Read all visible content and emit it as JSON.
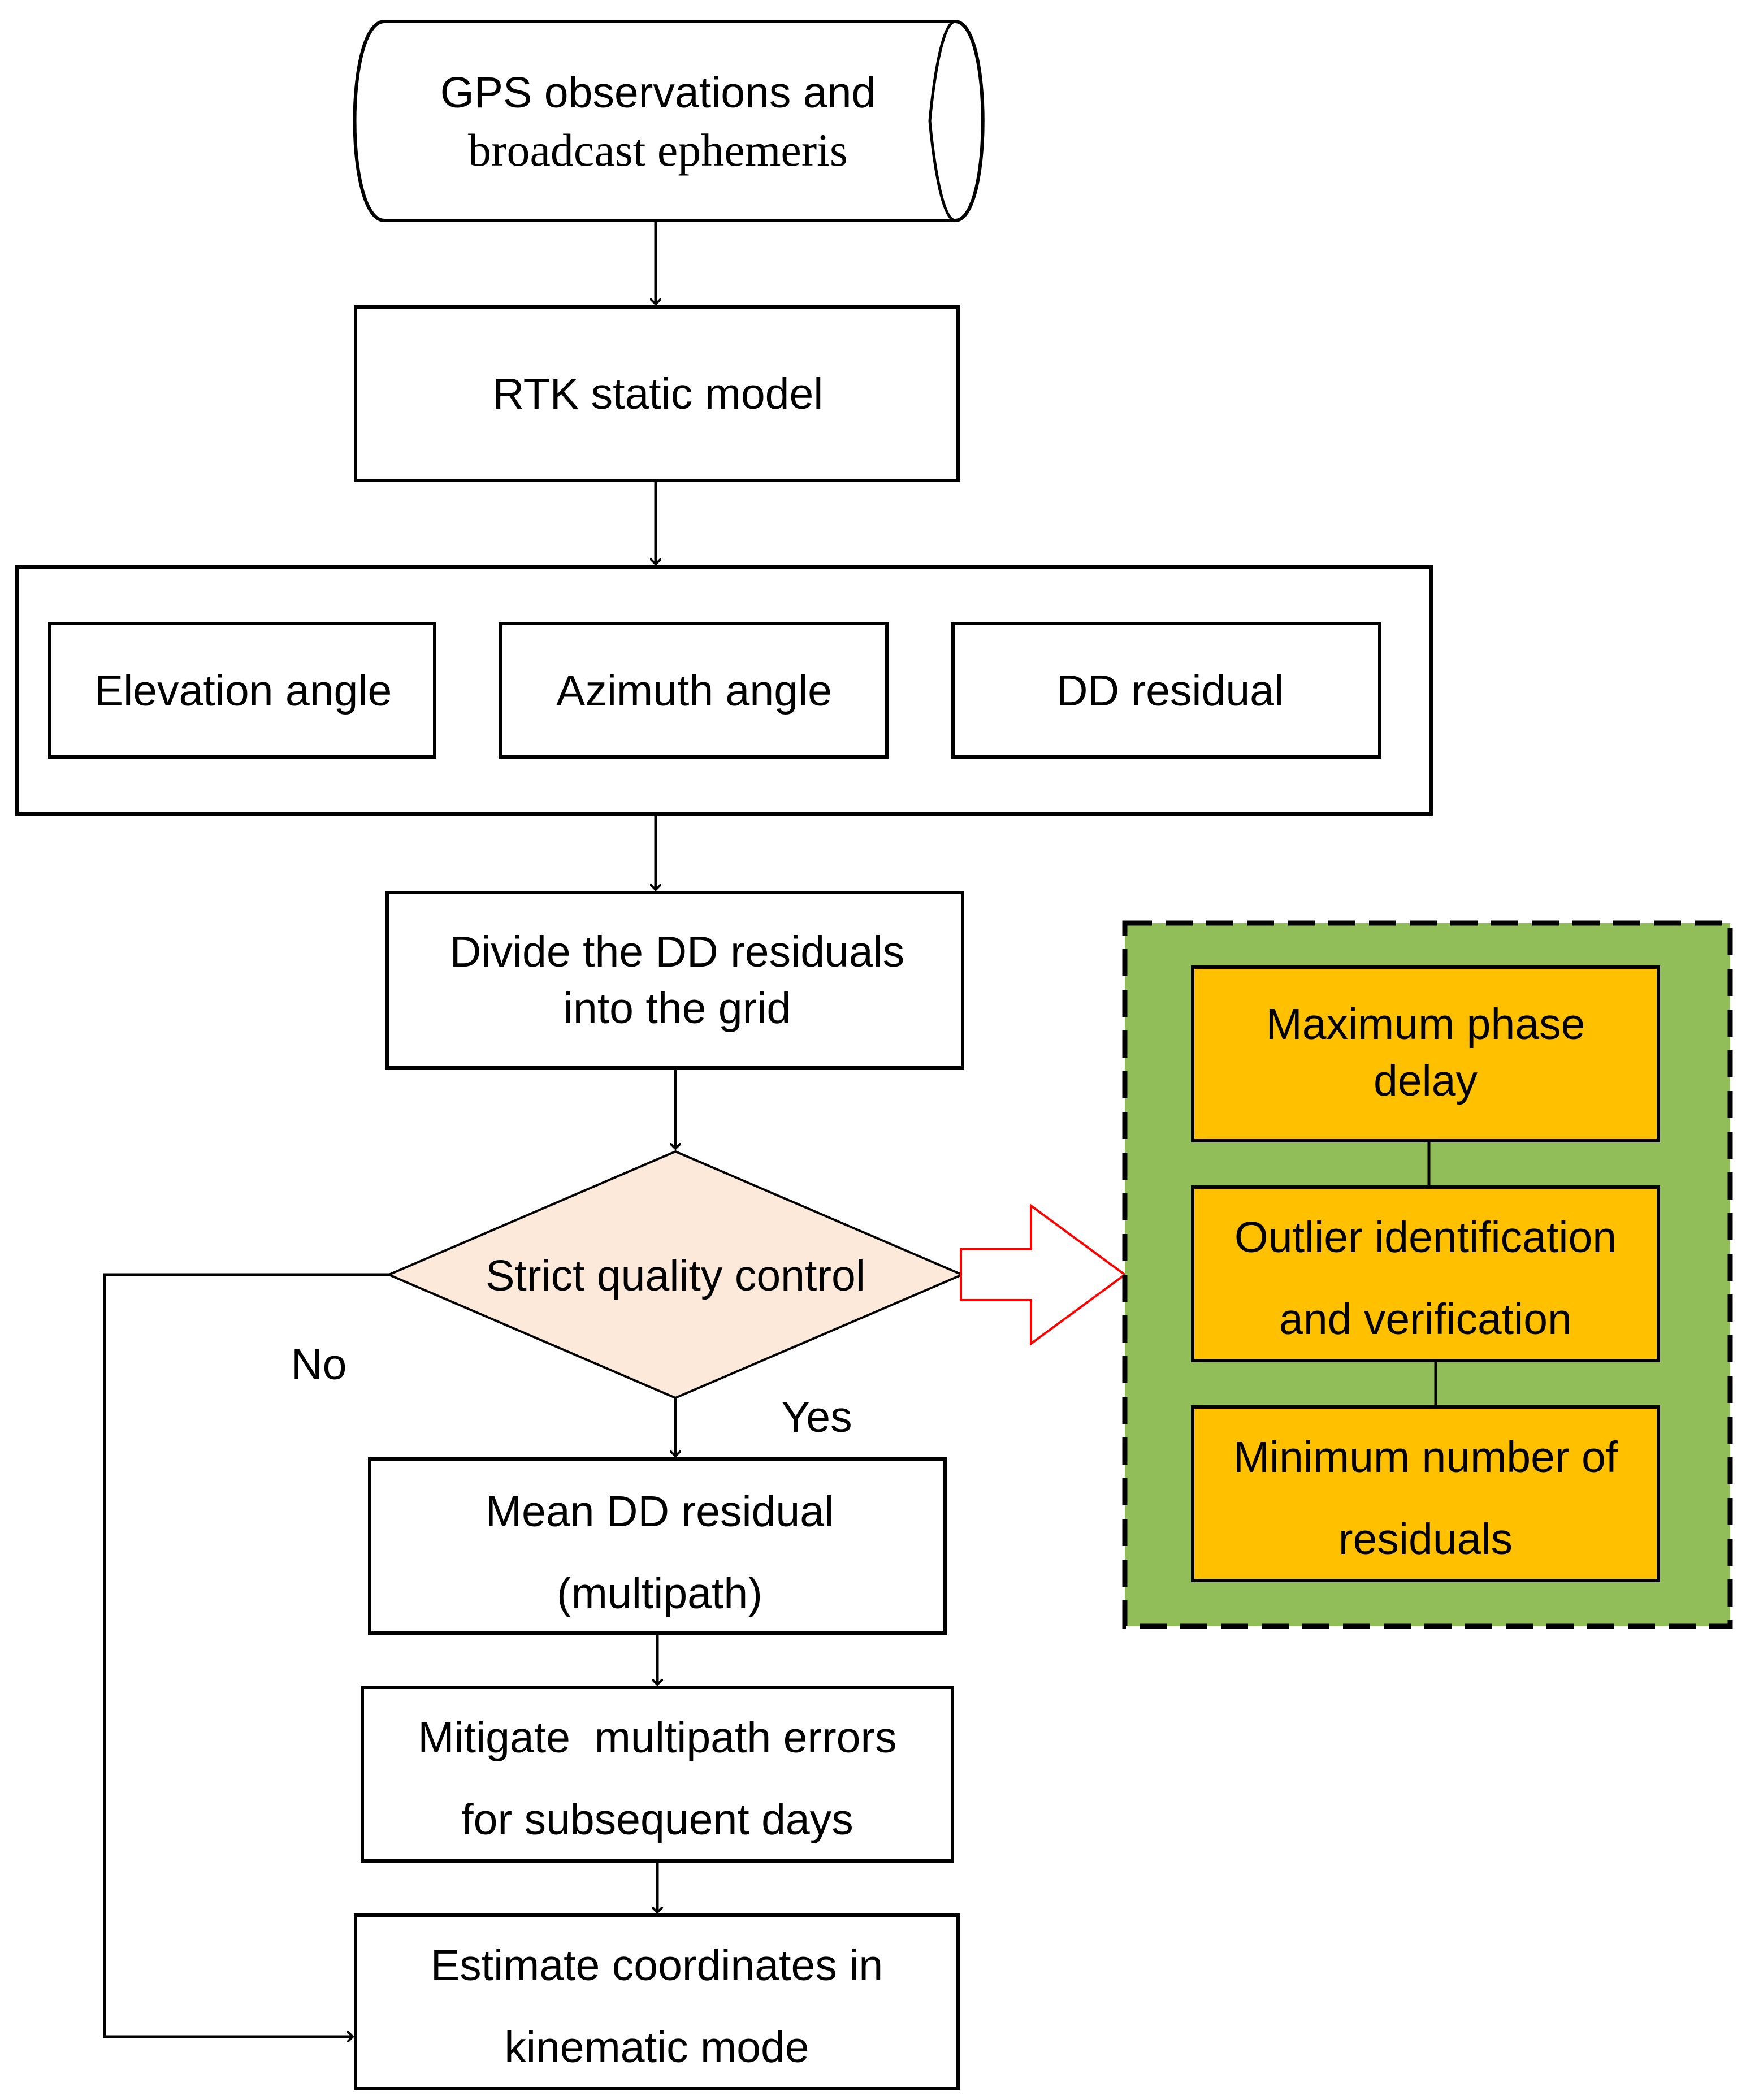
{
  "input": {
    "line1": "GPS observations and",
    "line2": "broadcast ephemeris"
  },
  "rtk": "RTK static model",
  "outputs": {
    "elevation": "Elevation angle",
    "azimuth": "Azimuth angle",
    "dd_residual": "DD residual"
  },
  "divide": {
    "line1": "Divide the DD residuals",
    "line2": "into the grid"
  },
  "decision": "Strict quality control",
  "branch": {
    "no": "No",
    "yes": "Yes"
  },
  "mean": {
    "line1": "Mean DD residual",
    "line2": "(multipath)"
  },
  "mitigate": {
    "line1": "Mitigate  multipath errors",
    "line2": "for subsequent days"
  },
  "estimate": {
    "line1": "Estimate coordinates in",
    "line2": "kinematic mode"
  },
  "criteria": {
    "c1_line1": "Maximum phase",
    "c1_line2": "delay",
    "c2_line1": "Outlier identification",
    "c2_line2": "and verification",
    "c3_line1": "Minimum number of",
    "c3_line2": "residuals"
  },
  "colors": {
    "decision_fill": "#FDE9D9",
    "criteria_panel": "#92BE5A",
    "criteria_box": "#FFC000",
    "callout_arrow": "#FF0000"
  }
}
